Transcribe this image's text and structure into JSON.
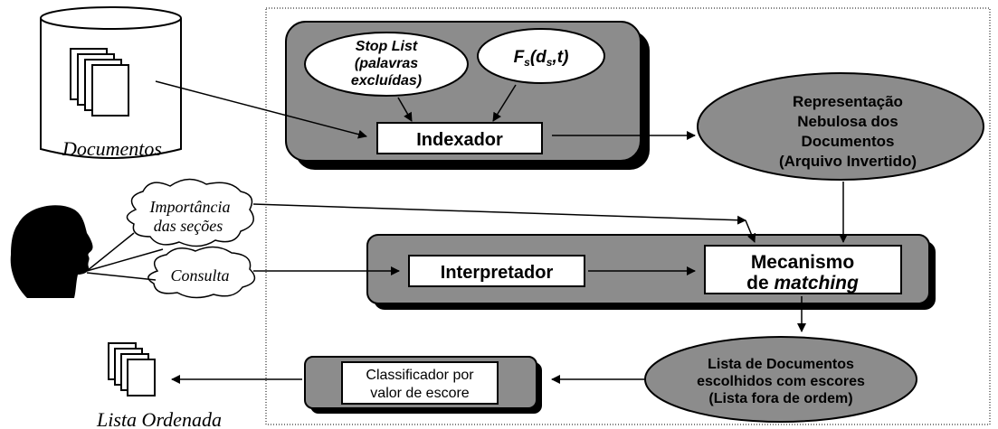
{
  "labels": {
    "documentos": "Documentos",
    "stop_list_1": "Stop List",
    "stop_list_2": "(palavras",
    "stop_list_3": "excluídas)",
    "fs_F": "F",
    "fs_s1": "s",
    "fs_open": "(d",
    "fs_s2": "s",
    "fs_close": ",t)",
    "indexador": "Indexador",
    "repr_1": "Representação",
    "repr_2": "Nebulosa dos",
    "repr_3": "Documentos",
    "repr_4": "(Arquivo Invertido)",
    "importancia_1": "Importância",
    "importancia_2": "das seções",
    "consulta": "Consulta",
    "interpretador": "Interpretador",
    "mecanismo_1": "Mecanismo",
    "mecanismo_2a": "de ",
    "mecanismo_2b": "matching",
    "lista_docs_1": "Lista de Documentos",
    "lista_docs_2": "escolhidos com escores",
    "lista_docs_3": "(Lista fora de ordem)",
    "classificador_1": "Classificador por",
    "classificador_2": "valor de escore",
    "lista_ordenada": "Lista Ordenada"
  },
  "colors": {
    "panel_gray": "#8c8c8c",
    "ellipse_gray": "#8c8c8c",
    "stroke": "#000000",
    "fill_white": "#ffffff"
  }
}
